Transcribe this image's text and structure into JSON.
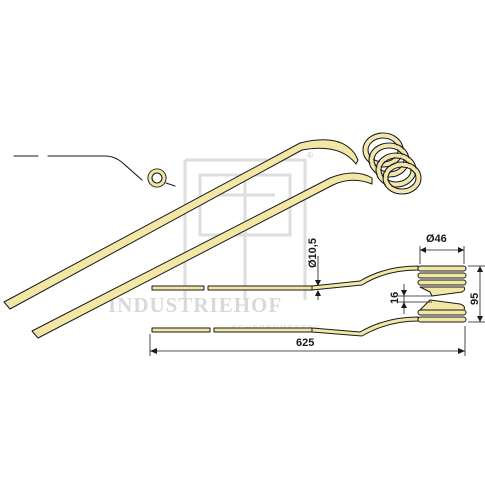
{
  "watermark": {
    "brand": "INDUSTRIEHOF",
    "tagline": "SCHERENMESSER",
    "registered": "®"
  },
  "dimensions": {
    "wire_diameter": "Ø10,5",
    "coil_diameter": "Ø46",
    "coil_gap": "16",
    "height": "95",
    "length": "625"
  },
  "colors": {
    "wire": "#f3e7a6",
    "outline": "#1a1a1a",
    "watermark": "#d9d9d9"
  }
}
